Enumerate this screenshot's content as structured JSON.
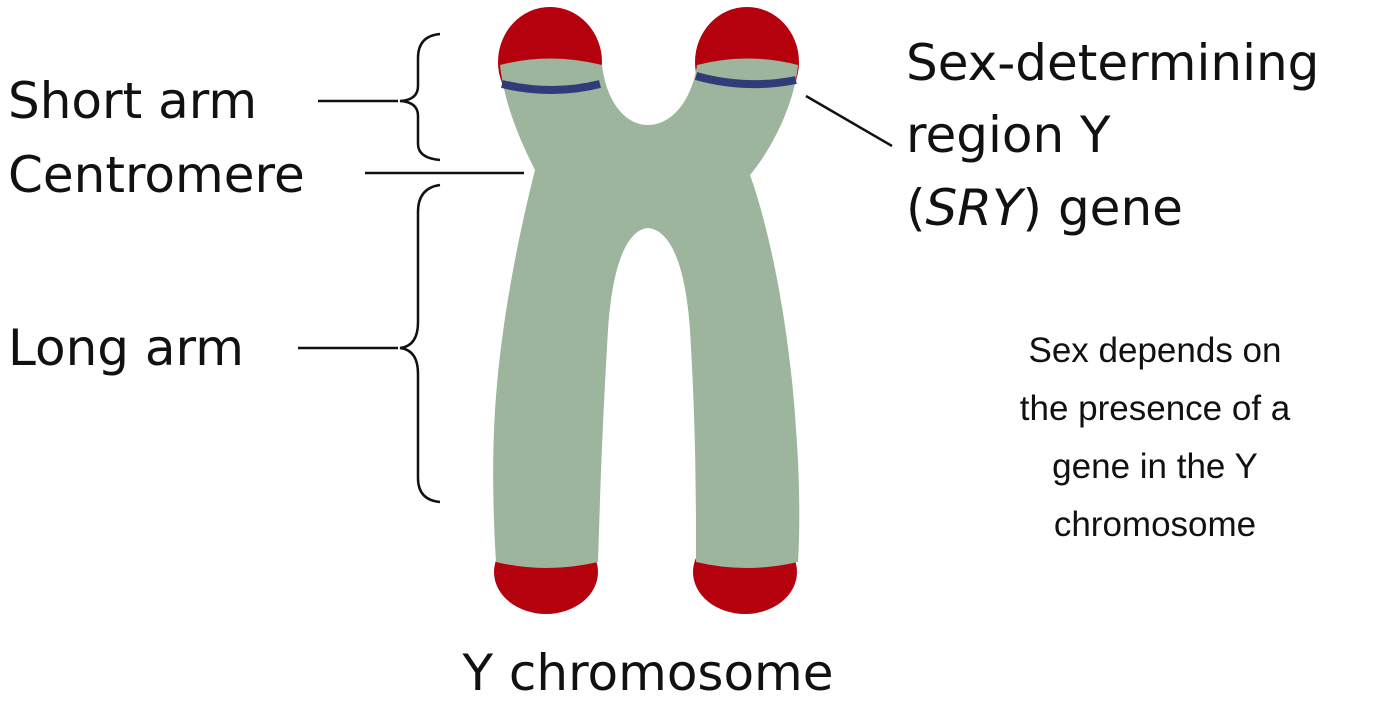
{
  "labels": {
    "short_arm": "Short arm",
    "centromere": "Centromere",
    "long_arm": "Long arm",
    "sry_line1": "Sex-determining",
    "sry_line2": "region Y",
    "sry_line3_open": "(",
    "sry_line3_italic": "SRY",
    "sry_line3_rest": ") gene",
    "caption": "Y chromosome"
  },
  "note": {
    "line1": "Sex depends on",
    "line2": "the presence of a",
    "line3": "gene in the Y",
    "line4": "chromosome"
  },
  "colors": {
    "chromatid": "#9cb59c",
    "telomere": "#b5000e",
    "sry_band": "#2e3d7a",
    "text": "#111111"
  }
}
